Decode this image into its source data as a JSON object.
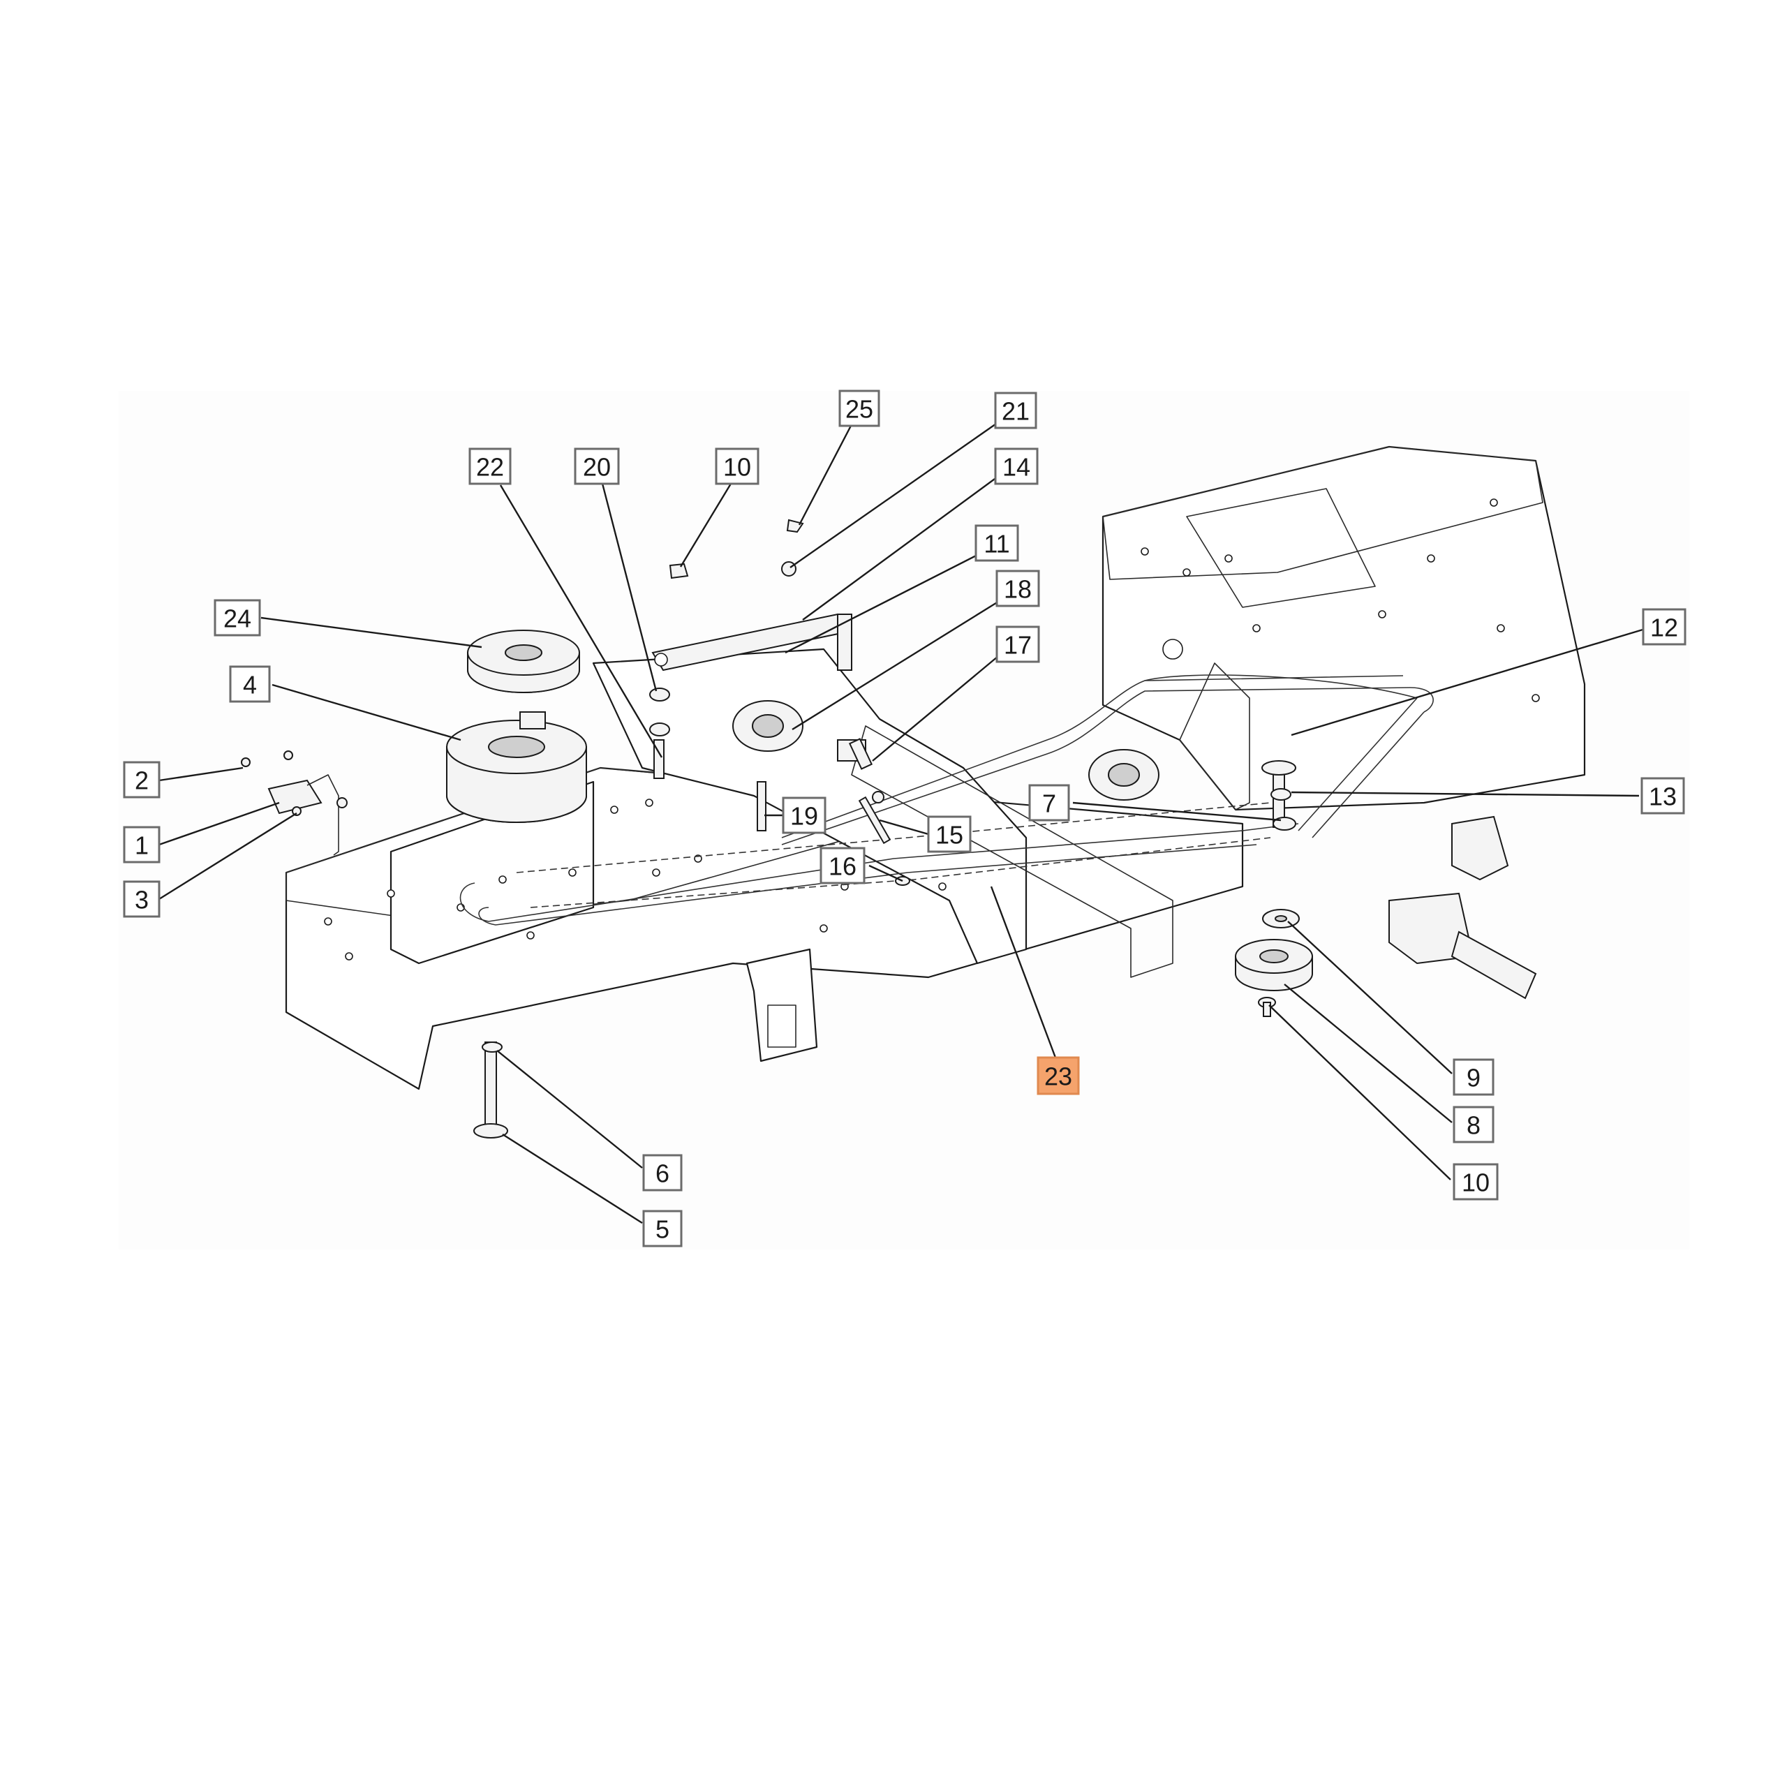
{
  "diagram": {
    "highlighted_part": "23",
    "callouts": [
      {
        "id": "c25",
        "label": "25"
      },
      {
        "id": "c21",
        "label": "21"
      },
      {
        "id": "c22",
        "label": "22"
      },
      {
        "id": "c20",
        "label": "20"
      },
      {
        "id": "c10a",
        "label": "10"
      },
      {
        "id": "c14",
        "label": "14"
      },
      {
        "id": "c11",
        "label": "11"
      },
      {
        "id": "c18",
        "label": "18"
      },
      {
        "id": "c17",
        "label": "17"
      },
      {
        "id": "c24",
        "label": "24"
      },
      {
        "id": "c4",
        "label": "4"
      },
      {
        "id": "c12",
        "label": "12"
      },
      {
        "id": "c2",
        "label": "2"
      },
      {
        "id": "c1",
        "label": "1"
      },
      {
        "id": "c3",
        "label": "3"
      },
      {
        "id": "c19",
        "label": "19"
      },
      {
        "id": "c15",
        "label": "15"
      },
      {
        "id": "c7",
        "label": "7"
      },
      {
        "id": "c13",
        "label": "13"
      },
      {
        "id": "c16",
        "label": "16"
      },
      {
        "id": "c23",
        "label": "23"
      },
      {
        "id": "c9",
        "label": "9"
      },
      {
        "id": "c8",
        "label": "8"
      },
      {
        "id": "c10b",
        "label": "10"
      },
      {
        "id": "c6",
        "label": "6"
      },
      {
        "id": "c5",
        "label": "5"
      }
    ]
  }
}
